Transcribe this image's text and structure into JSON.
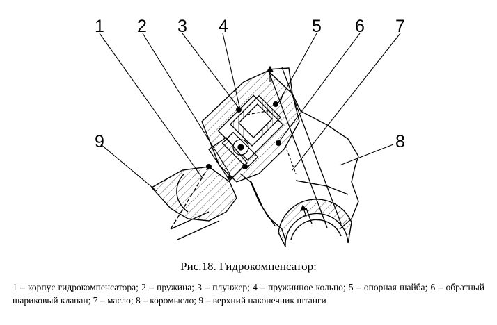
{
  "figure": {
    "callouts": [
      "1",
      "2",
      "3",
      "4",
      "5",
      "6",
      "7",
      "8",
      "9"
    ],
    "caption": "Рис.18. Гидрокомпенсатор:",
    "legend": "1 – корпус гидрокомпенсатора; 2 – пружина; 3 – плунжер; 4 – пружинное кольцо; 5 – опорная шайба; 6 – обратный шариковый клапан; 7 – масло; 8 – коромысло; 9 – верхний наконечник штанги"
  }
}
